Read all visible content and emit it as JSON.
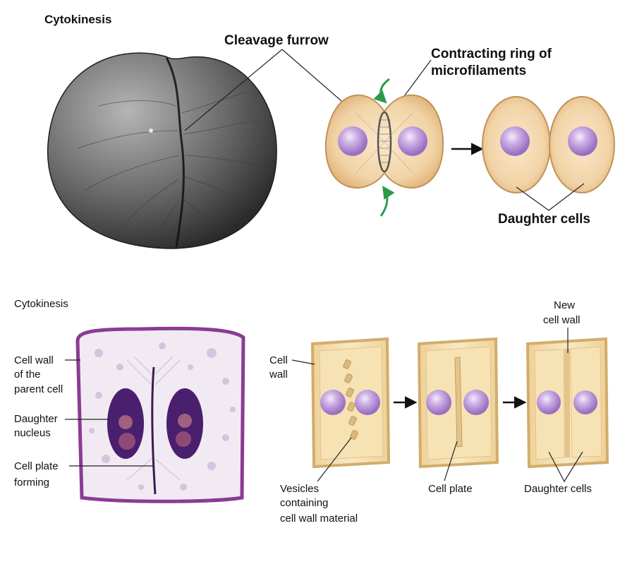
{
  "animal": {
    "title": "Cytokinesis",
    "labels": {
      "cleavage_furrow": "Cleavage furrow",
      "ring_line1": "Contracting ring of",
      "ring_line2": "microfilaments",
      "daughter_cells": "Daughter cells"
    }
  },
  "plant": {
    "title": "Cytokinesis",
    "labels": {
      "cell_wall_parent_1": "Cell wall",
      "cell_wall_parent_2": "of the",
      "cell_wall_parent_3": "parent cell",
      "daughter_nucleus_1": "Daughter",
      "daughter_nucleus_2": "nucleus",
      "cell_plate_forming_1": "Cell plate",
      "cell_plate_forming_2": "forming",
      "cell_wall_1": "Cell",
      "cell_wall_2": "wall",
      "new_cell_wall_1": "New",
      "new_cell_wall_2": "cell wall",
      "vesicles_1": "Vesicles",
      "vesicles_2": "containing",
      "vesicles_3": "cell wall material",
      "cell_plate": "Cell plate",
      "daughter_cells": "Daughter cells"
    }
  },
  "colors": {
    "cell_fill": "#eac48e",
    "cell_edge": "#c0925a",
    "nucleus": "#b98fd6",
    "plant_cell": "#f4dba4",
    "plant_wall": "#d8b676",
    "arrow": "#2a9a4a",
    "stain": "#7b2f87"
  }
}
